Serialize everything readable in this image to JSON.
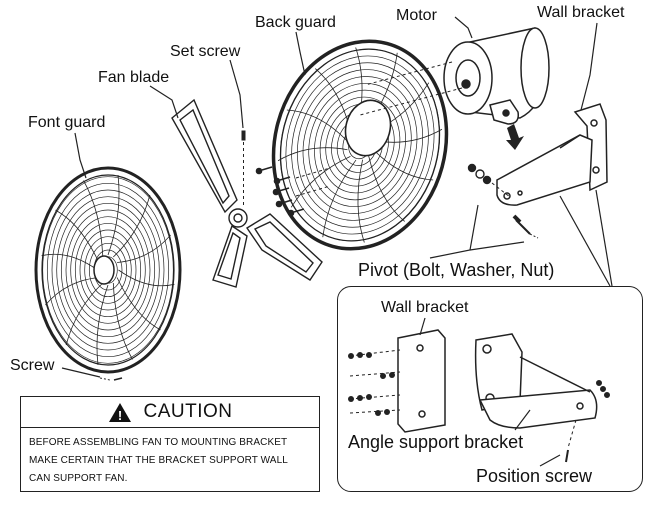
{
  "labels": {
    "font_guard": "Font guard",
    "fan_blade": "Fan blade",
    "set_screw": "Set screw",
    "back_guard": "Back guard",
    "motor": "Motor",
    "wall_bracket_top": "Wall bracket",
    "pivot": "Pivot (Bolt, Washer, Nut)",
    "screw": "Screw",
    "wall_bracket_inset": "Wall bracket",
    "angle_support_bracket": "Angle support bracket",
    "position_screw": "Position screw"
  },
  "caution": {
    "title": "CAUTION",
    "symbol": "!",
    "lines": [
      "BEFORE ASSEMBLING FAN TO MOUNTING BRACKET",
      "MAKE CERTAIN THAT THE BRACKET SUPPORT WALL",
      "CAN SUPPORT FAN."
    ]
  },
  "icons": [
    "warning-icon",
    "assembly-arrow-icon"
  ]
}
